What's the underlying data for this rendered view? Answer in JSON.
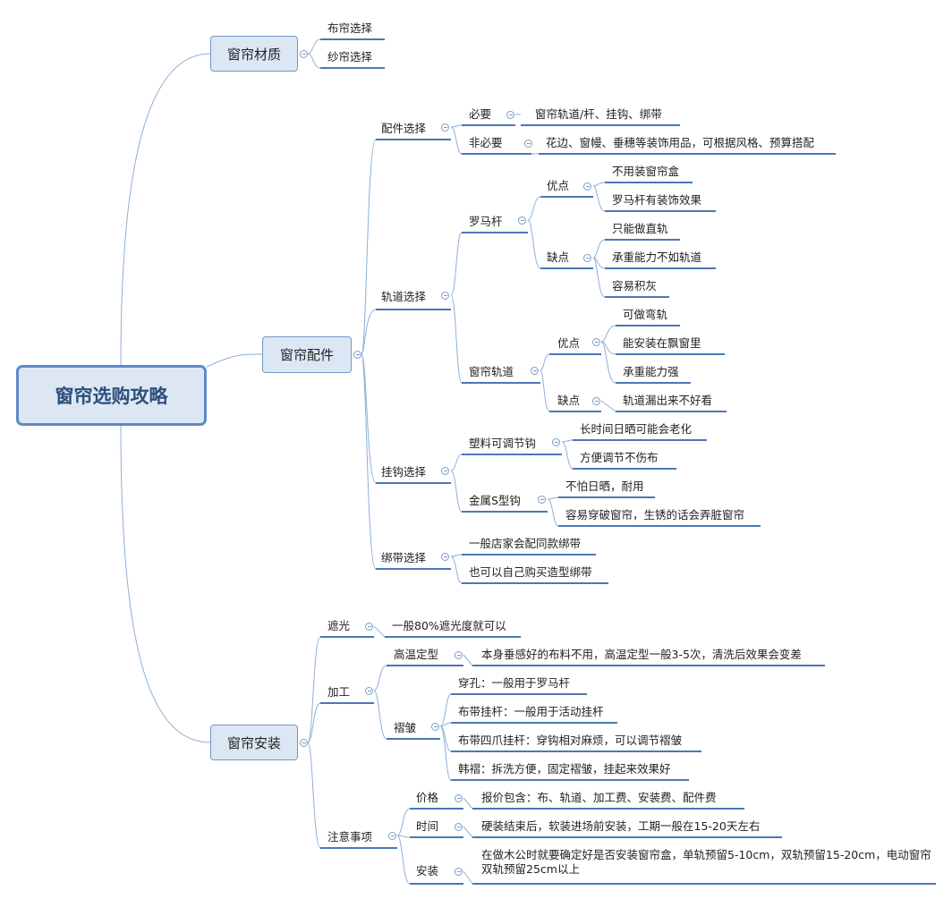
{
  "root": "窗帘选购攻略",
  "level1": {
    "material": "窗帘材质",
    "accessories": "窗帘配件",
    "install": "窗帘安装"
  },
  "material": {
    "cloth": "布帘选择",
    "gauze": "纱帘选择"
  },
  "accessories": {
    "parts": "配件选择",
    "necessary": "必要",
    "necessary_detail": "窗帘轨道/杆、挂钩、绑带",
    "optional": "非必要",
    "optional_detail": "花边、窗幔、垂穗等装饰用品，可根据风格、预算搭配",
    "track": "轨道选择",
    "roman": "罗马杆",
    "roman_pros": "优点",
    "roman_pro1": "不用装窗帘盒",
    "roman_pro2": "罗马杆有装饰效果",
    "roman_cons": "缺点",
    "roman_con1": "只能做直轨",
    "roman_con2": "承重能力不如轨道",
    "roman_con3": "容易积灰",
    "rail": "窗帘轨道",
    "rail_pros": "优点",
    "rail_pro1": "可做弯轨",
    "rail_pro2": "能安装在飘窗里",
    "rail_pro3": "承重能力强",
    "rail_cons": "缺点",
    "rail_con1": "轨道漏出来不好看",
    "hook": "挂钩选择",
    "plastic": "塑料可调节钩",
    "plastic1": "长时间日晒可能会老化",
    "plastic2": "方便调节不伤布",
    "metal": "金属S型钩",
    "metal1": "不怕日晒，耐用",
    "metal2": "容易穿破窗帘，生锈的话会弄脏窗帘",
    "strap": "绑带选择",
    "strap1": "一般店家会配同款绑带",
    "strap2": "也可以自己购买造型绑带"
  },
  "install": {
    "shading": "遮光",
    "shading_detail": "一般80%遮光度就可以",
    "process": "加工",
    "heat": "高温定型",
    "heat_detail": "本身垂感好的布料不用，高温定型一般3-5次，清洗后效果会变差",
    "pleat": "褶皱",
    "pleat1": "穿孔：一般用于罗马杆",
    "pleat2": "布带挂杆：一般用于活动挂杆",
    "pleat3": "布带四爪挂杆：穿钩相对麻烦，可以调节褶皱",
    "pleat4": "韩褶：拆洗方便，固定褶皱，挂起来效果好",
    "notes": "注意事项",
    "price": "价格",
    "price_detail": "报价包含：布、轨道、加工费、安装费、配件费",
    "time": "时间",
    "time_detail": "硬装结束后，软装进场前安装，工期一般在15-20天左右",
    "install": "安装",
    "install_detail": "在做木公时就要确定好是否安装窗帘盒，单轨预留5-10cm，双轨预留15-20cm，电动窗帘双轨预留25cm以上"
  },
  "colors": {
    "line": "#6e97cb",
    "underline": "#4a78b4",
    "node_fill": "#dde7f3",
    "root_border": "#5b8bc7"
  }
}
